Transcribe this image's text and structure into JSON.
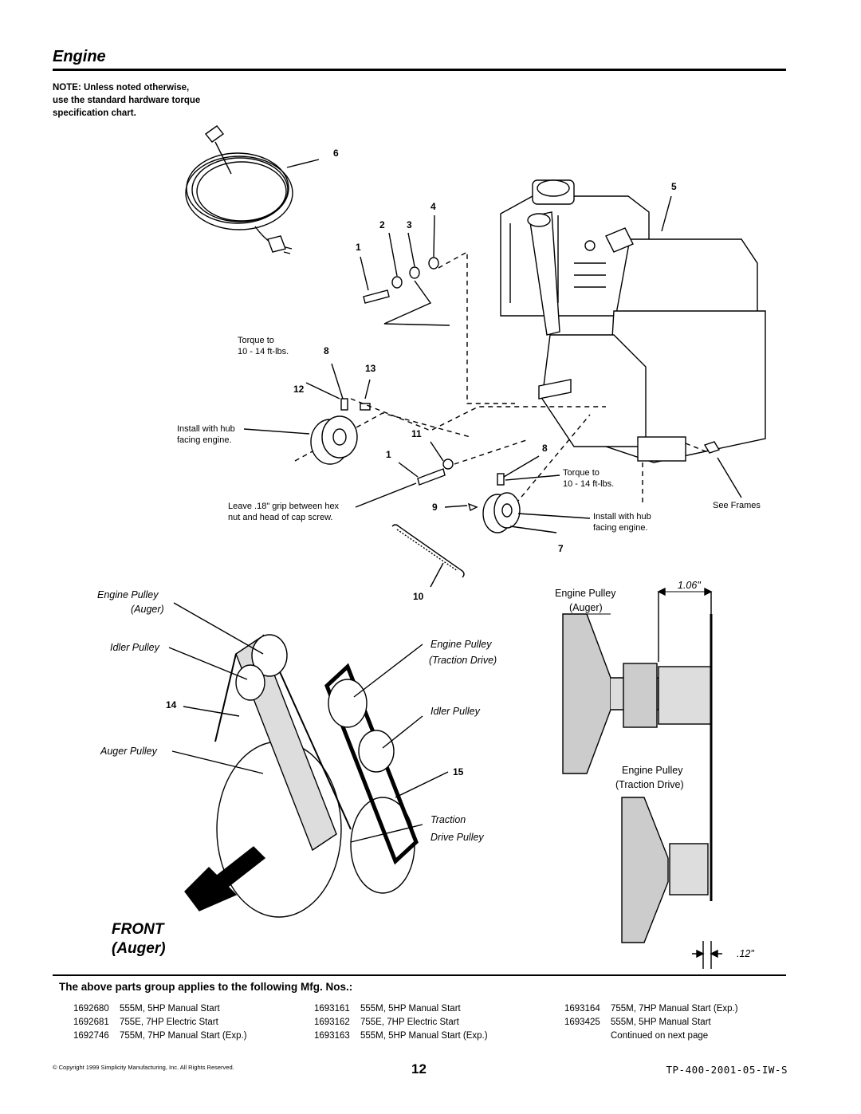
{
  "header": {
    "title": "Engine"
  },
  "note": {
    "lines": [
      "NOTE: Unless noted otherwise,",
      "use the standard hardware torque",
      "specification chart."
    ]
  },
  "callouts": {
    "c1a": "1",
    "c2": "2",
    "c3": "3",
    "c4": "4",
    "c5": "5",
    "c6": "6",
    "c7": "7",
    "c8a": "8",
    "c8b": "8",
    "c9": "9",
    "c10": "10",
    "c11": "11",
    "c1b": "1",
    "c12": "12",
    "c13": "13",
    "c14": "14",
    "c15": "15"
  },
  "annotations": {
    "torque_left_1": "Torque to",
    "torque_left_2": "10 - 14 ft-lbs.",
    "install_hub_left_1": "Install with hub",
    "install_hub_left_2": "facing engine.",
    "torque_right_1": "Torque to",
    "torque_right_2": "10 - 14 ft-lbs.",
    "install_hub_right_1": "Install with hub",
    "install_hub_right_2": "facing engine.",
    "see_frames": "See Frames",
    "leave_grip_1": "Leave .18\" grip between hex",
    "leave_grip_2": "nut and head of cap screw."
  },
  "belt_labels": {
    "engine_pulley": "Engine Pulley",
    "auger_paren": "(Auger)",
    "idler_pulley_left": "Idler Pulley",
    "auger_pulley": "Auger Pulley",
    "engine_pulley_td": "Engine Pulley",
    "traction_drive_paren": "(Traction Drive)",
    "idler_pulley_right": "Idler Pulley",
    "traction": "Traction",
    "drive_pulley": "Drive Pulley"
  },
  "side_view": {
    "engine_pulley": "Engine Pulley",
    "auger_paren": "(Auger)",
    "dim_top": "1.06\"",
    "engine_pulley_td": "Engine Pulley",
    "traction_drive_paren": "(Traction Drive)",
    "dim_bottom": ".12\""
  },
  "front": {
    "line1": "FRONT",
    "line2": "(Auger)"
  },
  "applies_heading": "The above parts group applies to the following Mfg. Nos.:",
  "parts_columns": [
    [
      {
        "num": "1692680",
        "desc": "555M, 5HP Manual Start"
      },
      {
        "num": "1692681",
        "desc": "755E, 7HP Electric Start"
      },
      {
        "num": "1692746",
        "desc": "755M, 7HP Manual Start (Exp.)"
      }
    ],
    [
      {
        "num": "1693161",
        "desc": "555M, 5HP Manual Start"
      },
      {
        "num": "1693162",
        "desc": "755E, 7HP Electric Start"
      },
      {
        "num": "1693163",
        "desc": "555M, 5HP Manual Start (Exp.)"
      }
    ],
    [
      {
        "num": "1693164",
        "desc": "755M, 7HP Manual Start (Exp.)"
      },
      {
        "num": "1693425",
        "desc": "555M, 5HP Manual Start"
      },
      {
        "num": "",
        "desc": "Continued on next page"
      }
    ]
  ],
  "footer": {
    "copyright": "© Copyright 1999 Simplicity Manufacturing, Inc. All Rights Reserved.",
    "page": "12",
    "code": "TP-400-2001-05-IW-S"
  }
}
